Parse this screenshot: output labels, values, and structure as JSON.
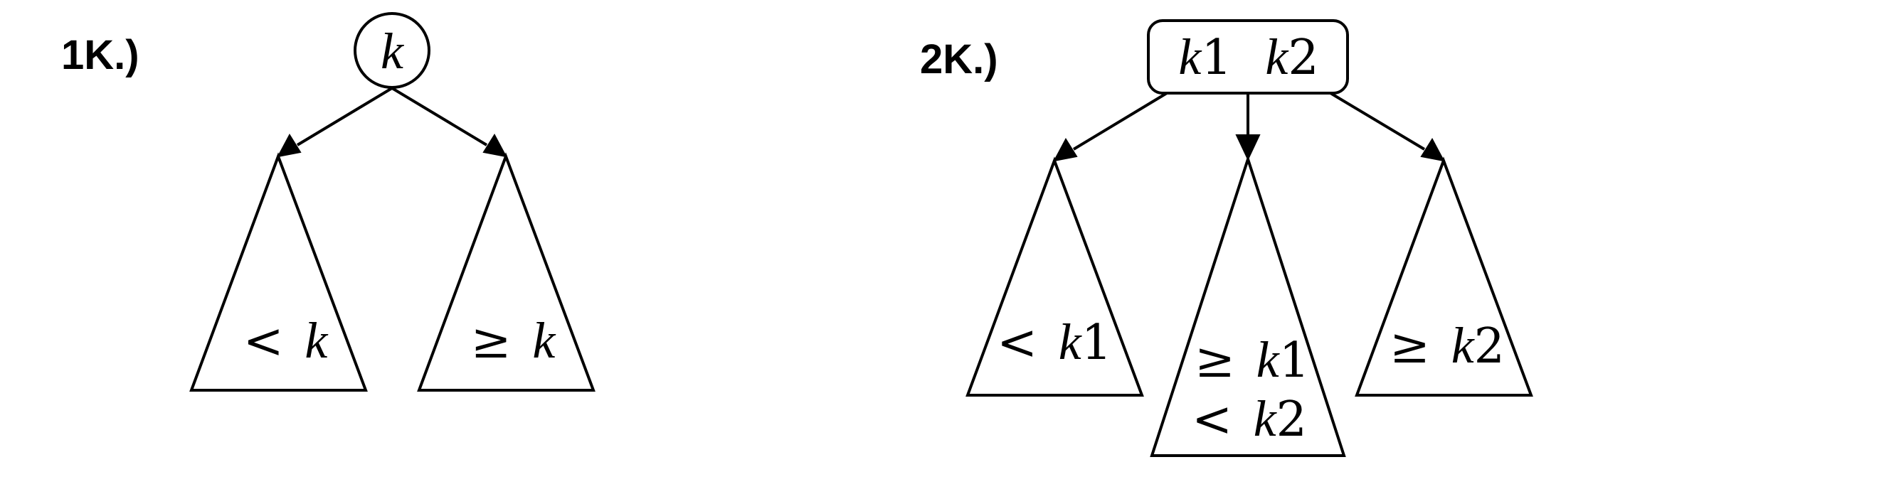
{
  "panel1": {
    "label": "1K.)",
    "node": {
      "key_var": "k"
    },
    "left_subtree": {
      "op": "<",
      "var": "k"
    },
    "right_subtree": {
      "op": "≥",
      "var": "k"
    }
  },
  "panel2": {
    "label": "2K.)",
    "node": {
      "key1_var": "k",
      "key1_idx": "1",
      "key2_var": "k",
      "key2_idx": "2"
    },
    "left_subtree": {
      "op": "<",
      "var": "k",
      "idx": "1"
    },
    "middle_subtree": {
      "op1": "≥",
      "var1": "k",
      "idx1": "1",
      "op2": "<",
      "var2": "k",
      "idx2": "2"
    },
    "right_subtree": {
      "op": "≥",
      "var": "k",
      "idx": "2"
    }
  }
}
